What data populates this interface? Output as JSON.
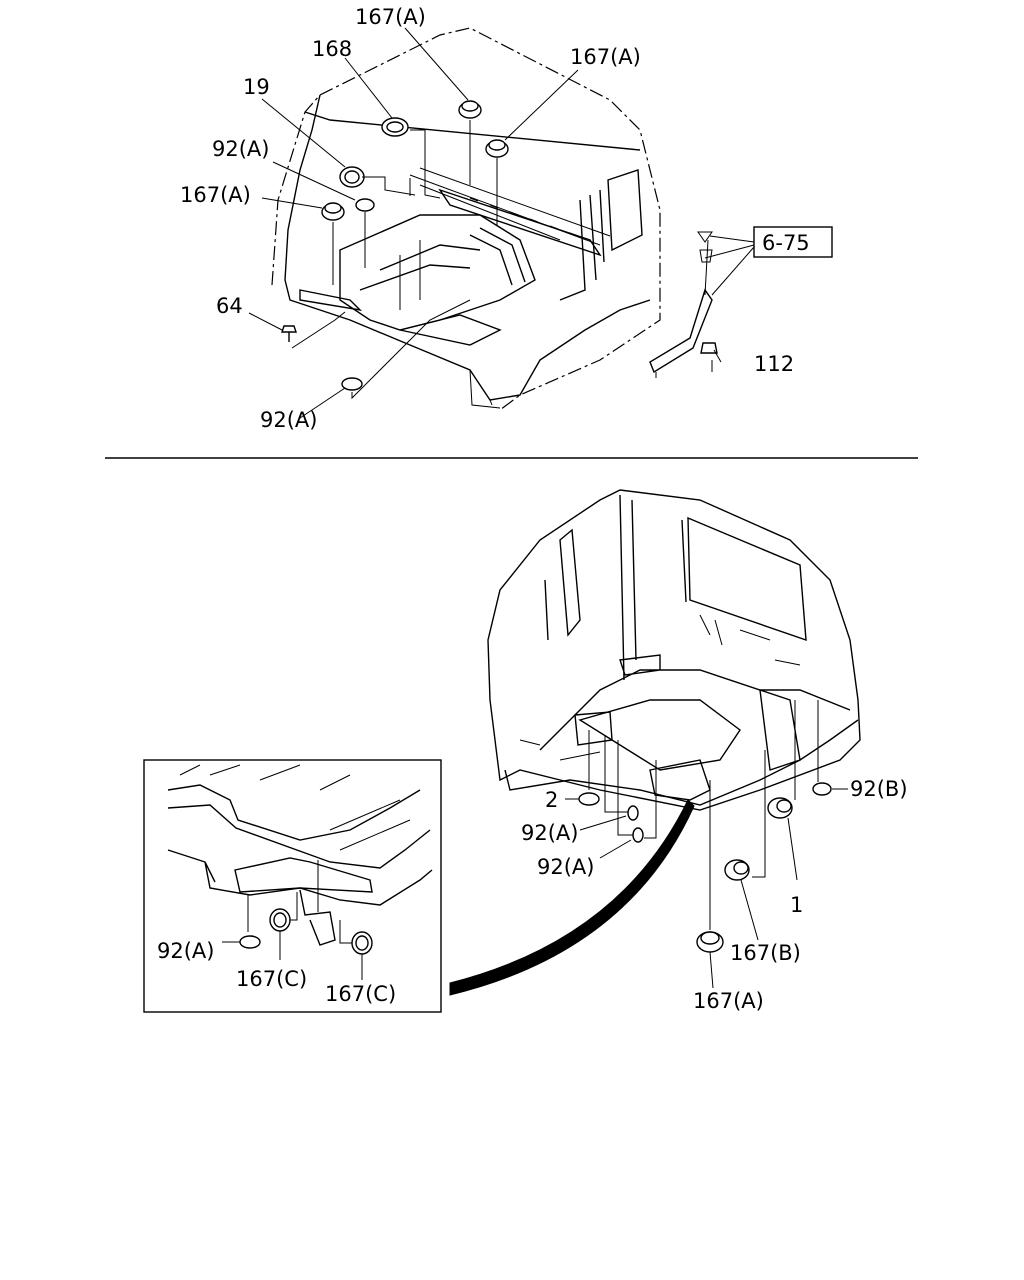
{
  "upper_view": {
    "callouts": {
      "c1": "167(A)",
      "c2": "168",
      "c3": "167(A)",
      "c4": "19",
      "c5": "92(A)",
      "c6": "167(A)",
      "c7": "64",
      "c8": "92(A)",
      "c9": "112"
    },
    "reference_box": "6-75"
  },
  "lower_view": {
    "callouts": {
      "d1": "92(B)",
      "d2": "2",
      "d3": "92(A)",
      "d4": "92(A)",
      "d5": "1",
      "d6": "167(B)",
      "d7": "167(A)"
    }
  },
  "inset_view": {
    "callouts": {
      "e1": "92(A)",
      "e2": "167(C)",
      "e3": "167(C)"
    }
  }
}
